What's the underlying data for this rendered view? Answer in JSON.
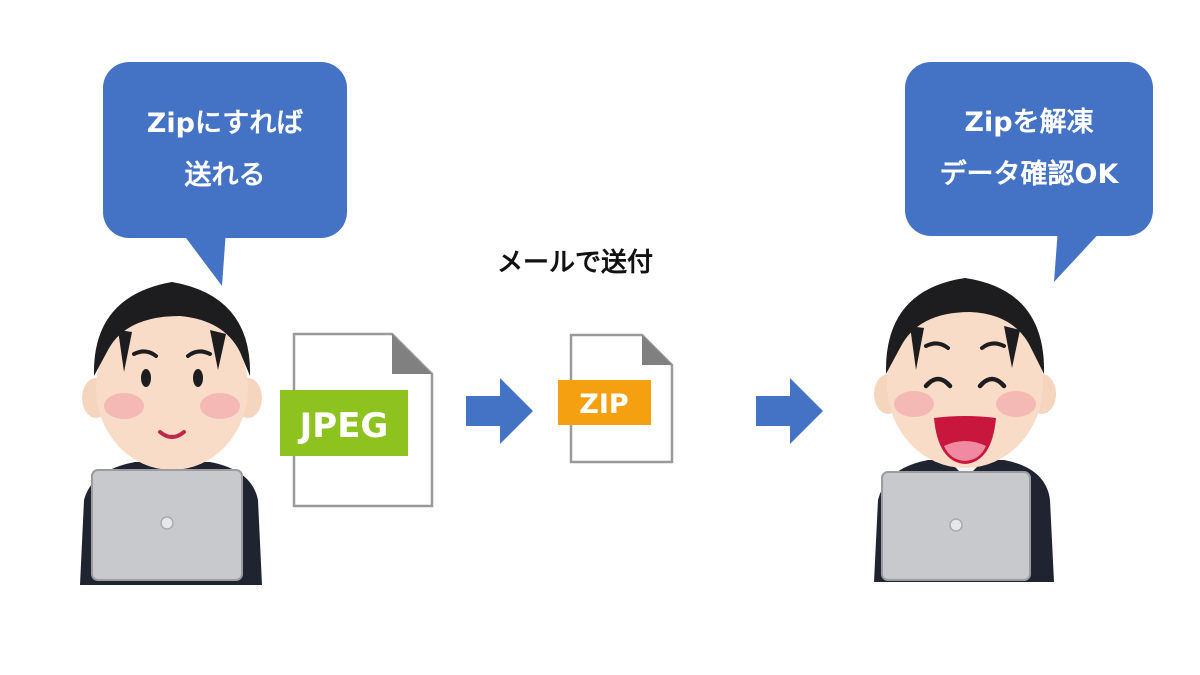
{
  "bubble_color": "#4472c4",
  "left_bubble": {
    "line1": "Zipにすれば",
    "line2": "送れる"
  },
  "right_bubble": {
    "line1": "Zipを解凍",
    "line2": "データ確認OK"
  },
  "caption": "メールで送付",
  "jpeg_file": {
    "label": "JPEG",
    "label_color": "#8dc21f",
    "icon": "document-icon"
  },
  "zip_file": {
    "label": "ZIP",
    "label_color": "#f5a011",
    "icon": "document-icon"
  },
  "arrows": [
    "arrow-right-icon",
    "arrow-right-icon"
  ]
}
